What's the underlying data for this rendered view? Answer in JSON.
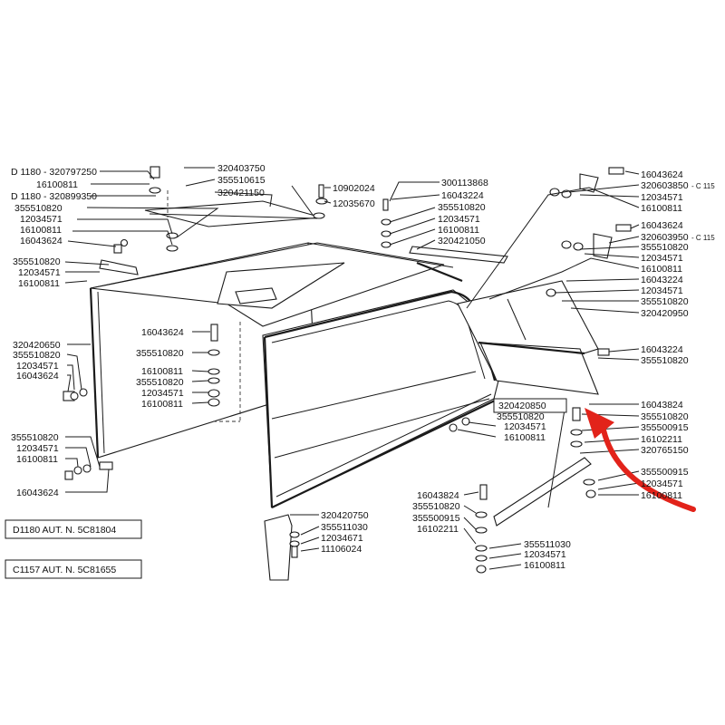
{
  "colors": {
    "line": "#1a1a1a",
    "highlight_arrow": "#e2231a",
    "highlight_box": "#e88a8a"
  },
  "labels": {
    "l01": "D 1180 - 320797250",
    "l02": "16100811",
    "l03": "D 1180 - 320899350",
    "l04": "355510820",
    "l05": "12034571",
    "l06": "16100811",
    "l07": "16043624",
    "l08": "320403750",
    "l09": "355510615",
    "l10": "320421150",
    "l11": "10902024",
    "l12": "12035670",
    "l13": "300113868",
    "l14": "16043224",
    "l15": "355510820",
    "l16": "12034571",
    "l17": "16100811",
    "l18": "320421050",
    "l19": "16043624",
    "l20": "320603850",
    "l20b": "- C 115",
    "l21": "12034571",
    "l22": "16100811",
    "l23": "16043624",
    "l24": "320603950",
    "l24b": "- C 115",
    "l25": "355510820",
    "l26": "12034571",
    "l27": "16100811",
    "l28": "16043224",
    "l29": "12034571",
    "l30": "355510820",
    "l31": "320420950",
    "l32": "355510820",
    "l33": "12034571",
    "l34": "16100811",
    "l35": "320420650",
    "l36": "355510820",
    "l37": "12034571",
    "l38": "16043624",
    "l39": "16043624",
    "l40": "355510820",
    "l41": "16100811",
    "l42": "355510820",
    "l43": "12034571",
    "l44": "16100811",
    "l45": "355510820",
    "l46": "12034571",
    "l47": "16100811",
    "l48": "16043624",
    "l49": "16043224",
    "l50": "355510820",
    "l51": "320420850",
    "l52": "355510820",
    "l53": "12034571",
    "l54": "16100811",
    "l55": "16043824",
    "l56": "355510820",
    "l57": "355500915",
    "l58": "16102211",
    "l59": "320765150",
    "l60": "355500915",
    "l61": "12034571",
    "l62": "16100811",
    "l63": "16043824",
    "l64": "355510820",
    "l65": "355500915",
    "l66": "16102211",
    "l67": "355511030",
    "l68": "12034571",
    "l69": "16100811",
    "l70": "320420750",
    "l71": "355511030",
    "l72": "12034671",
    "l73": "11106024"
  },
  "notes": {
    "d1180": "D1180   AUT. N. 5C81804",
    "c1157": "C1157 AUT. N. 5C81655"
  }
}
